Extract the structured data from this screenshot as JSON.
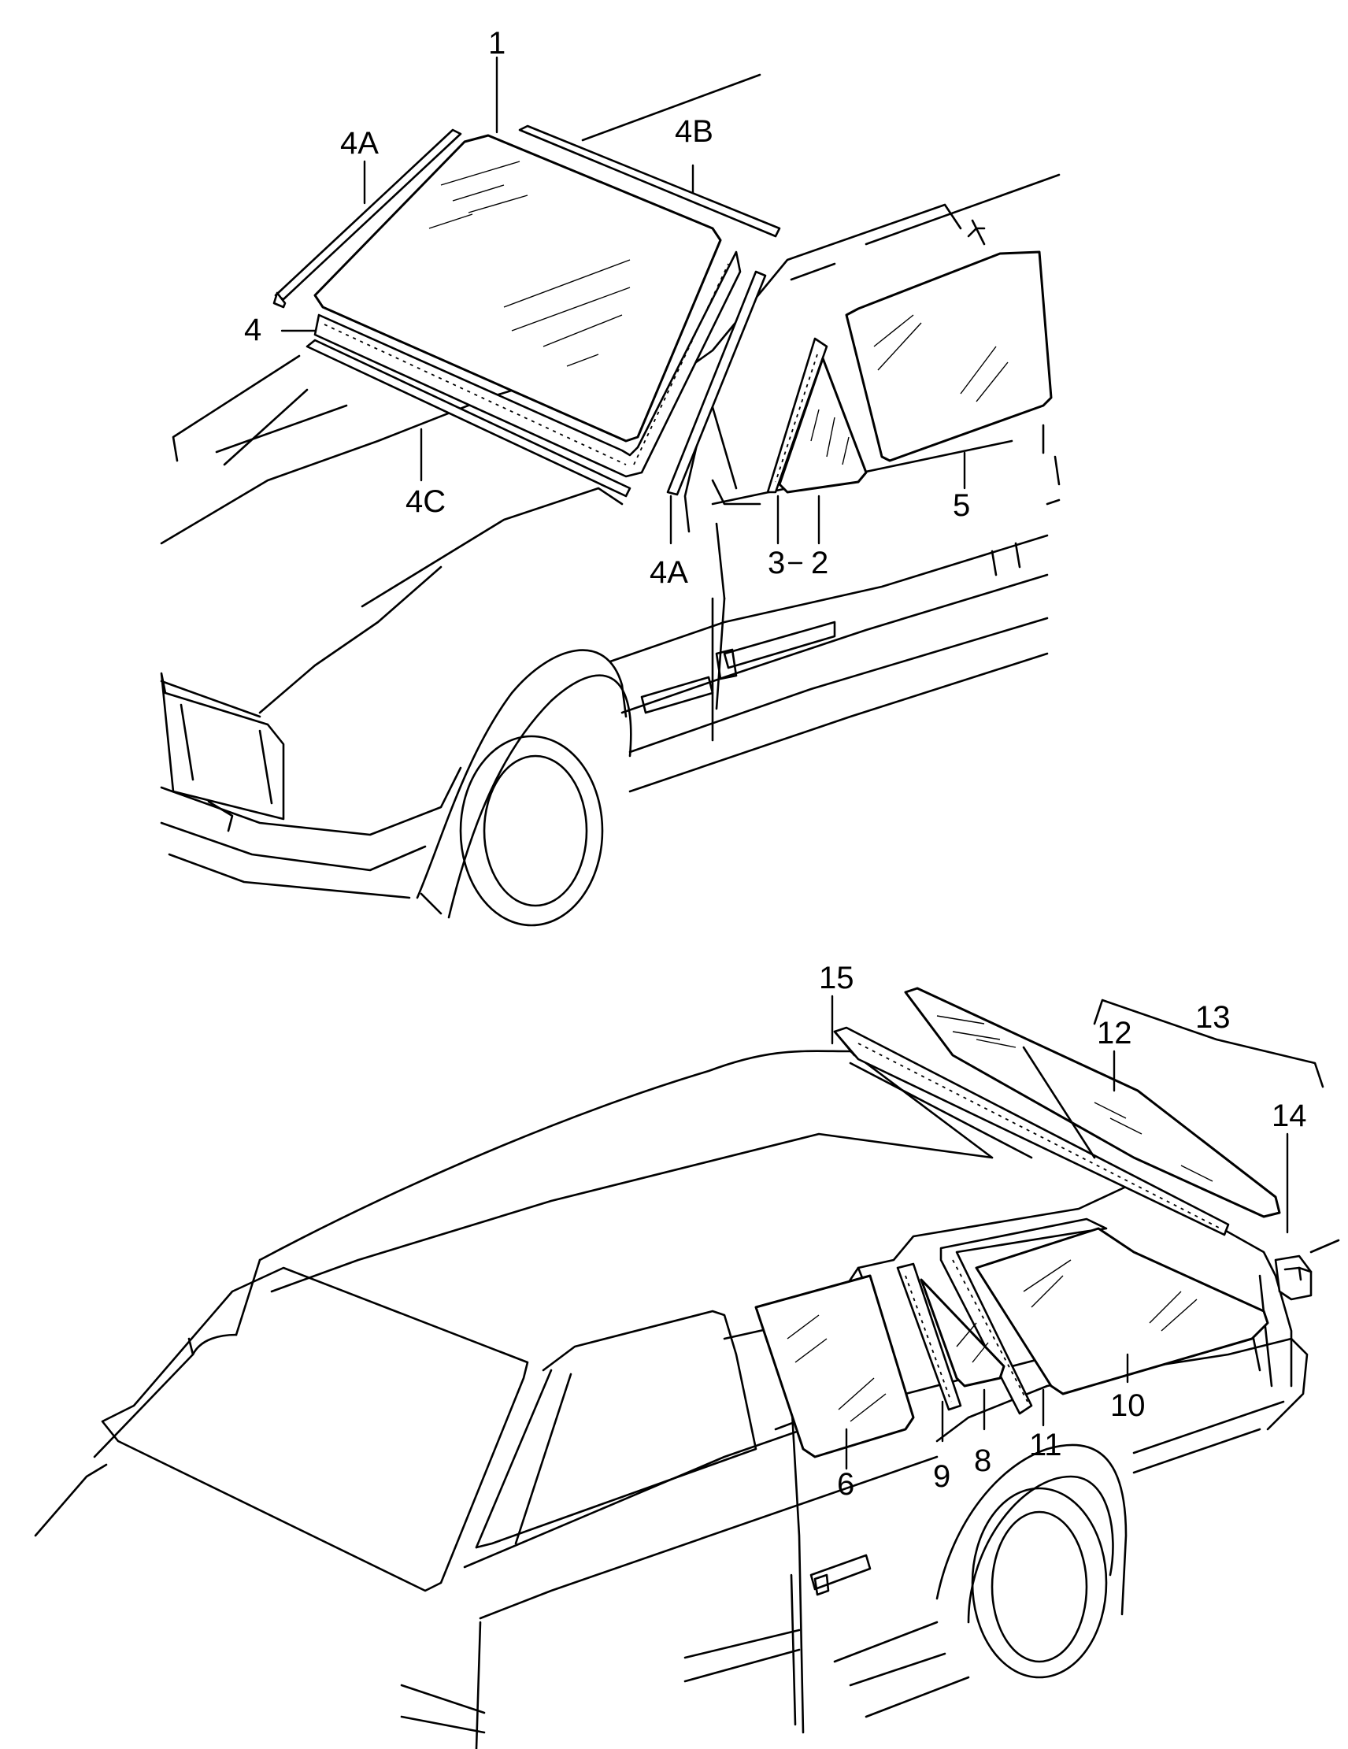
{
  "callouts": {
    "p1": "1",
    "p2": "2",
    "p3": "3",
    "p4": "4",
    "p4A_top": "4A",
    "p4A_bottom": "4A",
    "p4B": "4B",
    "p4C": "4C",
    "p5": "5",
    "p6": "6",
    "p8": "8",
    "p9": "9",
    "p10": "10",
    "p11": "11",
    "p12": "12",
    "p13": "13",
    "p14": "14",
    "p15": "15"
  }
}
